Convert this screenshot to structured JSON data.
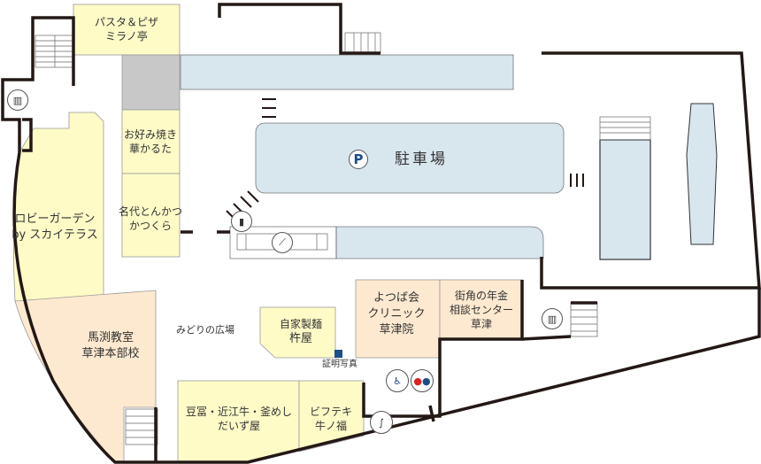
{
  "colors": {
    "restaurant": "#fefbc7",
    "service": "#fde9cf",
    "parking": "#d8e6ee",
    "storage": "#c8c8c8",
    "wall": "#231815",
    "accent": "#1a4e8c",
    "toilet_female": "#d9231d"
  },
  "shops": {
    "milano": [
      "パスタ＆ピザ",
      "ミラノ亭"
    ],
    "karuta": [
      "お好み焼き",
      "華かるた"
    ],
    "katsukura": [
      "名代とんかつ",
      "かつくら"
    ],
    "lobby": [
      "ロビーガーデン",
      "by スカイテラス"
    ],
    "mabuchi": [
      "馬渕教室",
      "草津本部校"
    ],
    "kineya": [
      "自家製麺",
      "杵屋"
    ],
    "yotsuba": [
      "よつば会",
      "クリニック",
      "草津院"
    ],
    "nenkin": [
      "街角の年金",
      "相談センター",
      "草津"
    ],
    "daizuya": [
      "豆冨・近江牛・釜めし",
      "だいず屋"
    ],
    "ushinofuku": [
      "ビフテキ",
      "牛ノ福"
    ]
  },
  "labels": {
    "parking": "駐車場",
    "parking_icon": "P",
    "plaza": "みどりの広場",
    "photo_booth": "証明写真"
  },
  "icons": [
    "elevator-icon",
    "escalator-icon",
    "atm-icon",
    "accessible-toilet-icon",
    "restroom-icon",
    "smoking-icon",
    "parking-icon"
  ]
}
